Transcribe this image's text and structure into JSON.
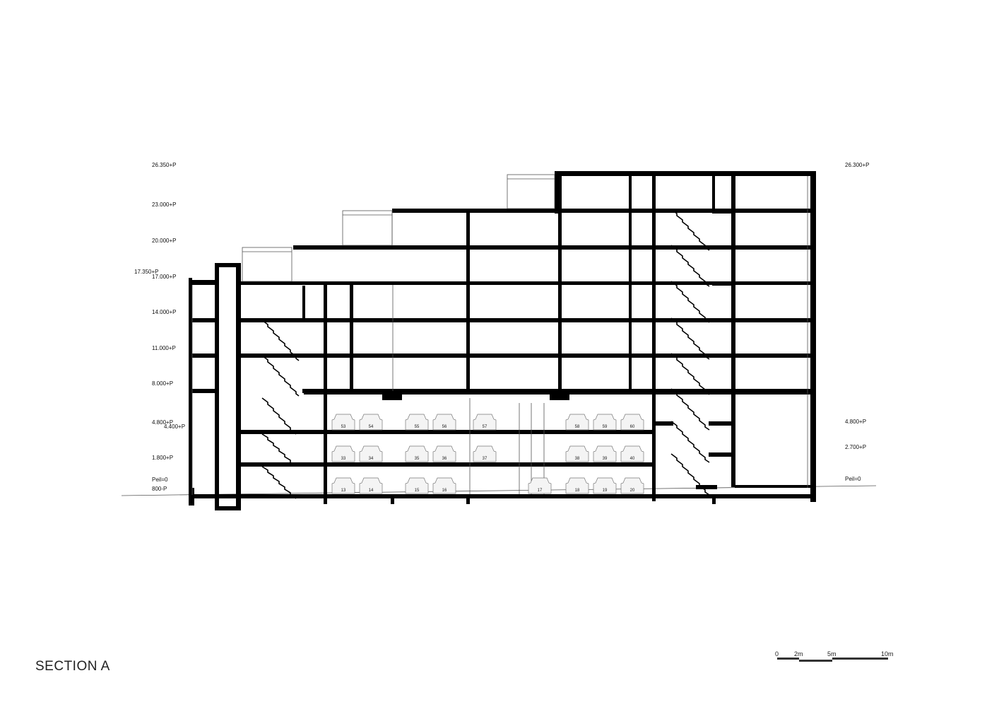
{
  "title": "SECTION A",
  "levels_left": [
    "26.350+P",
    "23.000+P",
    "20.000+P",
    "17.350+P",
    "17.000+P",
    "14.000+P",
    "11.000+P",
    "8.000+P",
    "4.800+P",
    "4.400+P",
    "1.800+P",
    "Peil=0",
    "800-P"
  ],
  "levels_right": [
    "26.300+P",
    "4.800+P",
    "2.700+P",
    "Peil=0"
  ],
  "parking": {
    "upper_row": [
      "53",
      "54",
      "55",
      "56",
      "57",
      "58",
      "59",
      "60"
    ],
    "middle_row": [
      "33",
      "34",
      "35",
      "36",
      "37",
      "38",
      "39",
      "40"
    ],
    "lower_row": [
      "13",
      "14",
      "15",
      "16",
      "17",
      "18",
      "19",
      "20"
    ]
  },
  "scale_bar": [
    "0",
    "2m",
    "5m",
    "10m"
  ]
}
